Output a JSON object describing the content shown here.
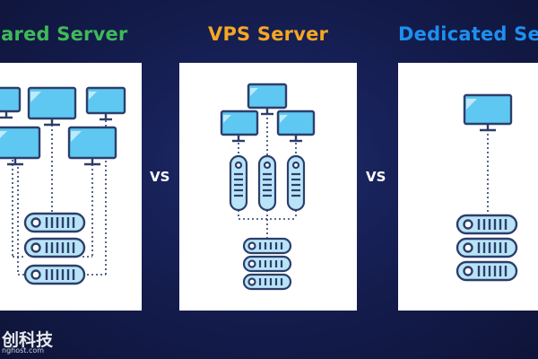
{
  "titles": {
    "shared": "hared Server",
    "vps": "VPS Server",
    "dedicated": "Dedicated Ser"
  },
  "separators": [
    "VS",
    "VS"
  ],
  "watermark": {
    "text": "创科技",
    "url": "nghost.com"
  },
  "colors": {
    "shared": "#3fb95a",
    "vps": "#f5a623",
    "dedicated": "#1e8ff0",
    "monitor_screen": "#5ec8f2",
    "server_fill": "#b9e4f7",
    "outline": "#2c3e6b"
  }
}
